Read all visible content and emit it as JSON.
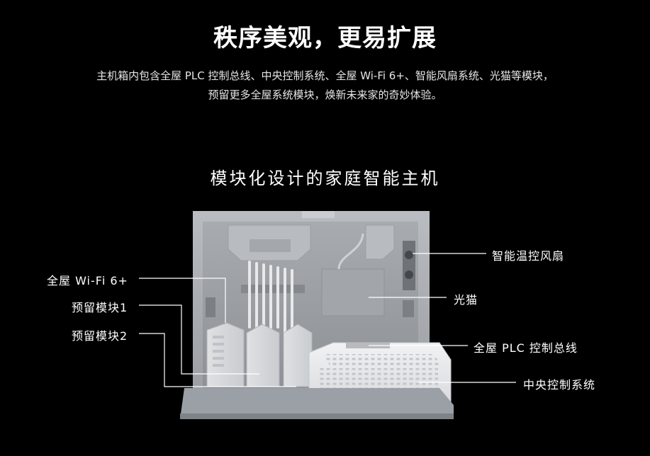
{
  "header": {
    "title": "秩序美观，更易扩展",
    "desc_line1": "主机箱内包含全屋 PLC 控制总线、中央控制系统、全屋 Wi-Fi 6+、智能风扇系统、光猫等模块，",
    "desc_line2": "预留更多全屋系统模块，焕新未来家的奇妙体验。"
  },
  "section": {
    "title": "模块化设计的家庭智能主机"
  },
  "callouts": {
    "fan": "智能温控风扇",
    "modem": "光猫",
    "plc_bus": "全屋 PLC 控制总线",
    "central_control": "中央控制系统",
    "wifi": "全屋 Wi-Fi 6+",
    "reserved_1": "预留模块1",
    "reserved_2": "预留模块2"
  }
}
